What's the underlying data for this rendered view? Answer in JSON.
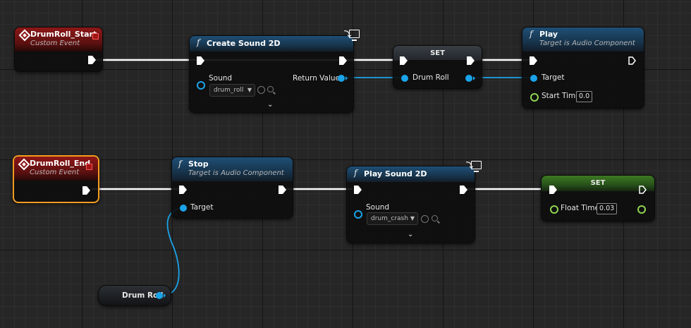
{
  "nodes": {
    "drumroll_start": {
      "title": "DrumRoll_Start",
      "subtitle": "Custom Event"
    },
    "create_sound_2d": {
      "title": "Create Sound 2D",
      "sound_label": "Sound",
      "sound_value": "drum_roll",
      "return_label": "Return Value"
    },
    "set_top": {
      "title": "SET",
      "var_label": "Drum Roll"
    },
    "play": {
      "title": "Play",
      "subtitle": "Target is Audio Component",
      "target_label": "Target",
      "start_time_label": "Start Time",
      "start_time_value": "0.0"
    },
    "drumroll_end": {
      "title": "DrumRoll_End",
      "subtitle": "Custom Event"
    },
    "stop": {
      "title": "Stop",
      "subtitle": "Target is Audio Component",
      "target_label": "Target"
    },
    "play_sound_2d": {
      "title": "Play Sound 2D",
      "sound_label": "Sound",
      "sound_value": "drum_crash"
    },
    "set_bottom": {
      "title": "SET",
      "float_label": "Float Time",
      "float_value": "0.03"
    },
    "drum_roll_getter": {
      "label": "Drum Roll"
    }
  },
  "colors": {
    "event_header": "#8e1717",
    "function_header": "#1f4f76",
    "set_header_green": "#3d7a22",
    "object_pin": "#1aa3e8",
    "float_pin": "#8fd451",
    "exec_wire": "#ffffff",
    "selection": "#f39c1f"
  },
  "icons": {
    "event": "event-diamond-icon",
    "function": "function-f-icon",
    "client_only": "monitor-lightning-icon",
    "dropdown": "chevron-down-icon",
    "asset_browse": "magnifier-icon",
    "asset_use": "arrow-left-circle-icon"
  }
}
